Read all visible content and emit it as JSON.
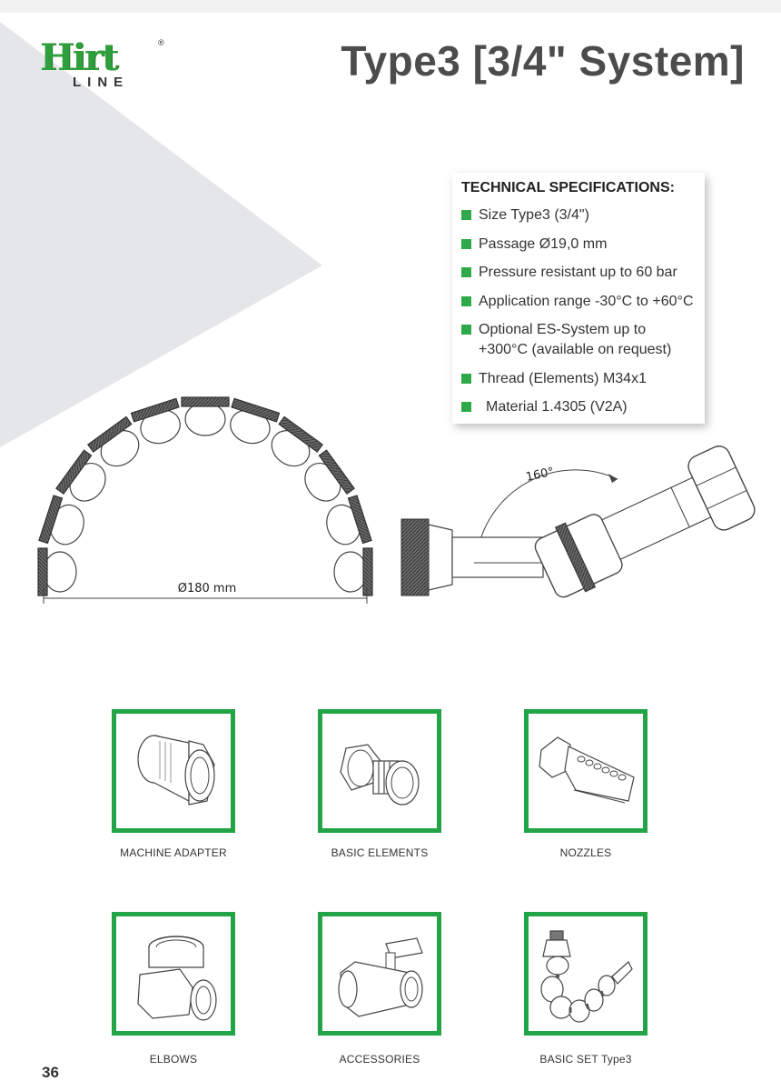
{
  "brand": {
    "word": "Hirt",
    "subword": "LINE",
    "registered": "®",
    "color": "#2f9e3c"
  },
  "header": {
    "title": "Type3 [3/4\" System]"
  },
  "specs": {
    "title": "TECHNICAL SPECIFICATIONS:",
    "bullet_color": "#2fa84a",
    "items": [
      "Size Type3 (3/4\")",
      "Passage Ø19,0 mm",
      "Pressure resistant up to 60 bar",
      "Application range -30°C to +60°C",
      "Optional ES-System up to +300°C (available on request)",
      "Thread (Elements) M34x1",
      "Material 1.4305 (V2A)"
    ]
  },
  "diagrams": {
    "arc_dimension": "Ø180 mm",
    "angle_label": "160°"
  },
  "products": [
    {
      "label": "MACHINE ADAPTER",
      "icon": "machine-adapter-icon"
    },
    {
      "label": "BASIC ELEMENTS",
      "icon": "basic-elements-icon"
    },
    {
      "label": "NOZZLES",
      "icon": "nozzle-icon"
    },
    {
      "label": "ELBOWS",
      "icon": "elbow-icon"
    },
    {
      "label": "ACCESSORIES",
      "icon": "ball-valve-icon"
    },
    {
      "label": "BASIC SET Type3",
      "icon": "basic-set-icon"
    }
  ],
  "accent_color": "#22a447",
  "page_number": "36"
}
